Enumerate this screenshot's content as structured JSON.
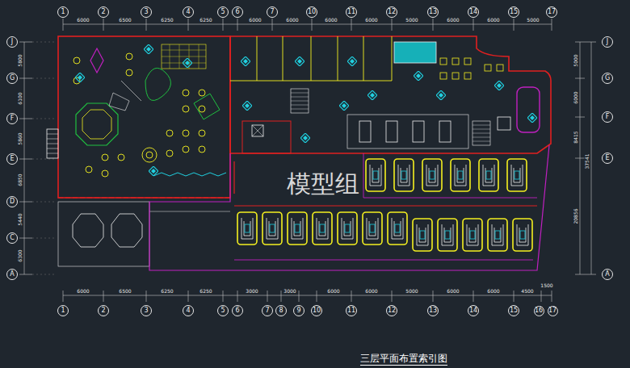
{
  "diagram": {
    "title": "三层平面布置索引图",
    "nodes": [
      {
        "text": [
          "1"
        ]
      },
      {
        "text": [
          "2"
        ]
      },
      {
        "text": [
          "3"
        ]
      },
      {
        "text": [
          "4"
        ]
      },
      {
        "text": [
          "5"
        ]
      },
      {
        "text": [
          "6"
        ]
      },
      {
        "text": [
          "7"
        ]
      },
      {
        "text": [
          "10"
        ]
      },
      {
        "text": [
          "11"
        ]
      },
      {
        "text": [
          "12"
        ]
      },
      {
        "text": [
          "13"
        ]
      },
      {
        "text": [
          "14"
        ]
      },
      {
        "text": [
          "15"
        ]
      },
      {
        "text": [
          "17"
        ]
      },
      {
        "text": [
          "J"
        ]
      },
      {
        "text": [
          "G"
        ]
      },
      {
        "text": [
          "F"
        ]
      },
      {
        "text": [
          "E"
        ]
      },
      {
        "text": [
          "D"
        ]
      },
      {
        "text": [
          "C"
        ]
      },
      {
        "text": [
          "A"
        ]
      },
      {
        "text": [
          "J"
        ]
      },
      {
        "text": [
          "G"
        ]
      },
      {
        "text": [
          "F"
        ]
      },
      {
        "text": [
          "E"
        ]
      },
      {
        "text": [
          "A"
        ]
      },
      {
        "text": [
          "1"
        ]
      },
      {
        "text": [
          "2"
        ]
      },
      {
        "text": [
          "3"
        ]
      },
      {
        "text": [
          "4"
        ]
      },
      {
        "text": [
          "5"
        ]
      },
      {
        "text": [
          "6"
        ]
      },
      {
        "text": [
          "7"
        ]
      },
      {
        "text": [
          "8"
        ]
      },
      {
        "text": [
          "9"
        ]
      },
      {
        "text": [
          "10"
        ]
      },
      {
        "text": [
          "11"
        ]
      },
      {
        "text": [
          "12"
        ]
      },
      {
        "text": [
          "13"
        ]
      },
      {
        "text": [
          "14"
        ]
      },
      {
        "text": [
          "15"
        ]
      },
      {
        "text": [
          "16"
        ]
      },
      {
        "text": [
          "17"
        ]
      }
    ],
    "labels": [
      "6000",
      "6500",
      "6250",
      "6250",
      "6000",
      "6000",
      "6000",
      "6000",
      "5000",
      "6000",
      "6000",
      "5000",
      "6000",
      "6500",
      "6250",
      "6250",
      "3000",
      "3000",
      "6000",
      "6000",
      "5000",
      "6000",
      "6000",
      "4500",
      "1500",
      "5800",
      "6100",
      "5860",
      "6850",
      "5440",
      "6300",
      "5000",
      "6000",
      "8415",
      "20856",
      "37541",
      "模型组"
    ]
  }
}
